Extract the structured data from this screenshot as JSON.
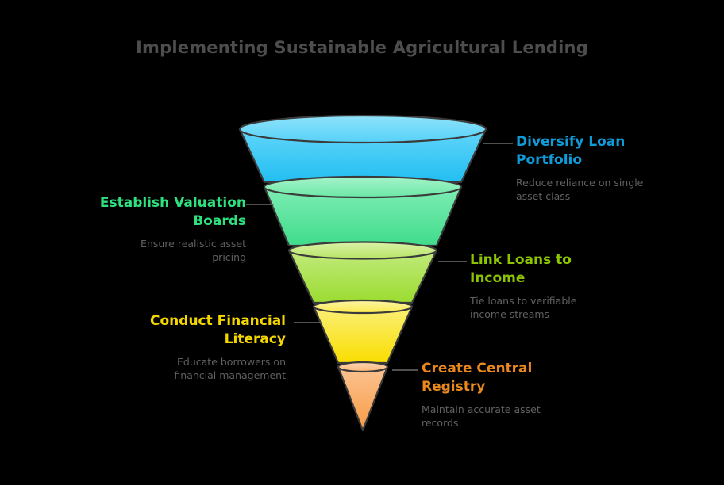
{
  "page": {
    "background_color": "#000000",
    "title": "Implementing Sustainable Agricultural Lending",
    "title_color": "#4d4d4d"
  },
  "chart_data": {
    "type": "funnel",
    "title": "Implementing Sustainable Agricultural Lending",
    "orientation": "vertical-descending",
    "stage_count": 5,
    "stages": [
      {
        "index": 1,
        "label": "Diversify Loan\nPortfolio",
        "description": "Reduce reliance on single\nasset class",
        "color": "#35C3F3",
        "color_top": "#62D6F9",
        "label_color": "#0f9bd7",
        "label_side": "right",
        "width_top": 310,
        "width_bottom": 248
      },
      {
        "index": 2,
        "label": "Establish Valuation\nBoards",
        "description": "Ensure realistic asset\npricing",
        "color": "#55E29A",
        "color_top": "#7FEDB4",
        "label_color": "#2ee07f",
        "label_side": "left",
        "width_top": 248,
        "width_bottom": 186
      },
      {
        "index": 3,
        "label": "Link Loans to\nIncome",
        "description": "Tie loans to verifiable\nincome streams",
        "color": "#A9E04E",
        "color_top": "#C6EB80",
        "label_color": "#8cc400",
        "label_side": "right",
        "width_top": 186,
        "width_bottom": 124
      },
      {
        "index": 4,
        "label": "Conduct Financial\nLiteracy",
        "description": "Educate borrowers on\nfinancial management",
        "color": "#F9E215",
        "color_top": "#FBEE72",
        "label_color": "#f5d700",
        "label_side": "left",
        "width_top": 124,
        "width_bottom": 62
      },
      {
        "index": 5,
        "label": "Create Central\nRegistry",
        "description": "Maintain accurate asset\nrecords",
        "color": "#FAA75E",
        "color_top": "#FCC391",
        "label_color": "#e8881f",
        "label_side": "right",
        "width_top": 62,
        "width_bottom": 0
      }
    ],
    "outline_color": "#3b3b3b",
    "connector_color": "#6b6b6b",
    "description_color": "#616161"
  }
}
